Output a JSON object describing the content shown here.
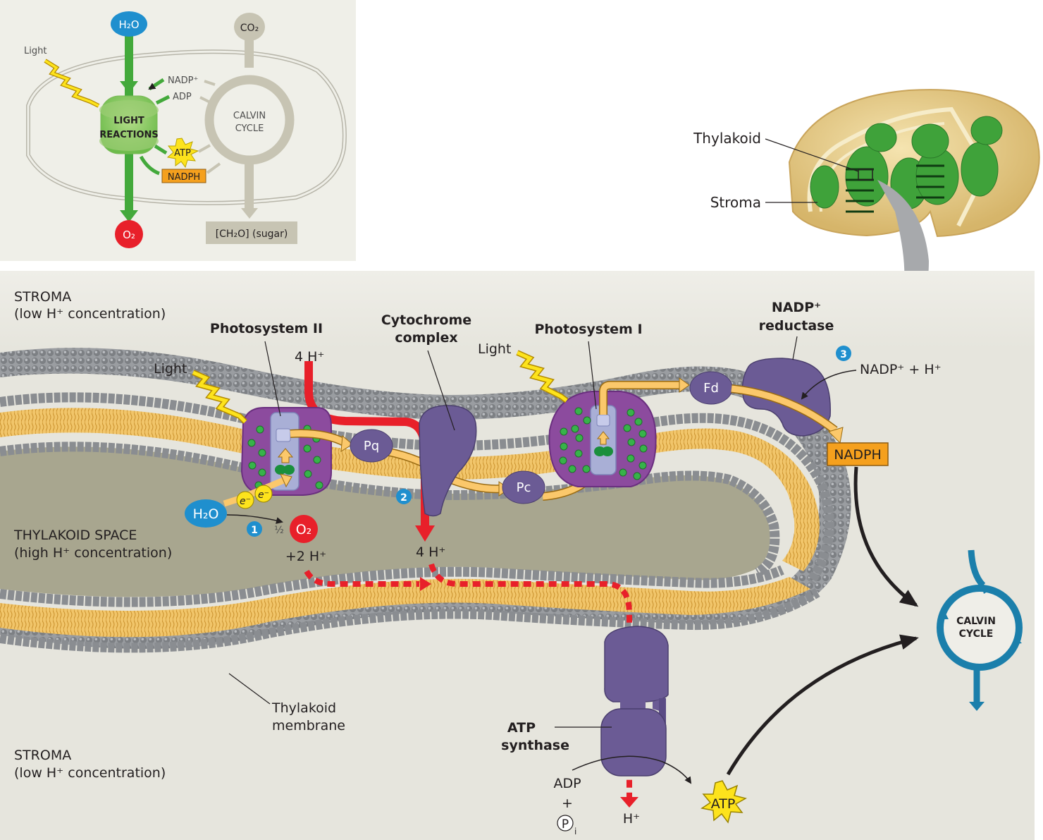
{
  "inset_overview": {
    "h2o": "H₂O",
    "co2": "CO₂",
    "light": "Light",
    "light_reactions_line1": "LIGHT",
    "light_reactions_line2": "REACTIONS",
    "nadp_plus": "NADP⁺",
    "adp": "ADP",
    "atp": "ATP",
    "nadph": "NADPH",
    "calvin_line1": "CALVIN",
    "calvin_line2": "CYCLE",
    "o2": "O₂",
    "sugar": "[CH₂O] (sugar)"
  },
  "chloroplast": {
    "thylakoid_label": "Thylakoid",
    "stroma_label": "Stroma"
  },
  "regions": {
    "stroma_top_title": "STROMA",
    "stroma_top_sub": "(low H⁺ concentration)",
    "thylakoid_space_title": "THYLAKOID SPACE",
    "thylakoid_space_sub": "(high H⁺ concentration)",
    "stroma_bottom_title": "STROMA",
    "stroma_bottom_sub": "(low H⁺ concentration)",
    "membrane_label_line1": "Thylakoid",
    "membrane_label_line2": "membrane"
  },
  "complexes": {
    "ps2": "Photosystem II",
    "cyt_line1": "Cytochrome",
    "cyt_line2": "complex",
    "ps1": "Photosystem I",
    "nadp_red_line1": "NADP⁺",
    "nadp_red_line2": "reductase",
    "atp_syn_line1": "ATP",
    "atp_syn_line2": "synthase",
    "pq": "Pq",
    "pc": "Pc",
    "fd": "Fd"
  },
  "reactions": {
    "light_ps2": "Light",
    "light_ps1": "Light",
    "h_in": "4 H⁺",
    "h_out": "4 H⁺",
    "h2o": "H₂O",
    "electron": "e⁻",
    "half": "½",
    "o2": "O₂",
    "plus2h": "+2 H⁺",
    "nadp_input": "NADP⁺ + H⁺",
    "nadph": "NADPH",
    "adp": "ADP",
    "plus": "+",
    "pi_letter": "P",
    "pi_sub": "i",
    "h_exit": "H⁺",
    "atp": "ATP",
    "calvin_line1": "CALVIN",
    "calvin_line2": "CYCLE"
  },
  "steps": [
    "1",
    "2",
    "3"
  ],
  "colors": {
    "panel_bg": "#e6e5dd",
    "inset_bg": "#efefe8",
    "thylakoid_space": "#a8a68f",
    "lipid_head": "#7d8084",
    "lipid_tail": "#e8b54f",
    "protein": "#6b5b95",
    "photosystem": "#8c4b9e",
    "chlorophyll": "#2f9e45",
    "proton_red": "#e8202a",
    "electron_flow": "#fbc86b",
    "step_blue": "#1f8fce",
    "calvin_blue": "#1b7fab",
    "nadph_orange": "#f5a01d",
    "atp_yellow": "#fde31c",
    "water_blue": "#1f8fce",
    "oxygen_red": "#e8202a",
    "green_arrow": "#43a93b",
    "grey_arrow": "#c7c4b3"
  }
}
